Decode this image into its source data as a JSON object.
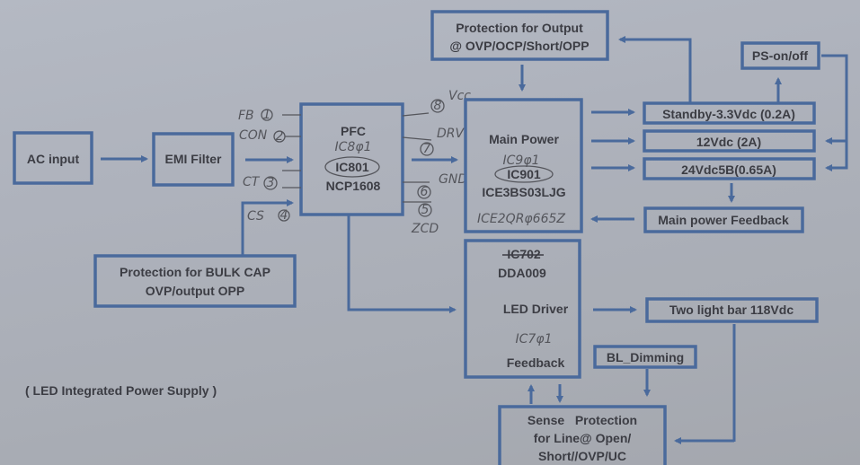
{
  "diagram": {
    "caption": "( LED Integrated Power Supply )",
    "colors": {
      "box_stroke": "#4a6a9c",
      "text": "#3c3d44",
      "handwriting": "#55565c",
      "background": "#aeb2bc"
    },
    "blocks": {
      "ac_input": {
        "label": "AC input"
      },
      "emi_filter": {
        "label": "EMI Filter"
      },
      "pfc": {
        "title": "PFC",
        "ic": "IC801",
        "part": "NCP1608",
        "handwritten_ic": "IC8φ1"
      },
      "bulk_cap_protection": {
        "line1": "Protection for BULK CAP",
        "line2": "OVP/output OPP"
      },
      "output_protection": {
        "line1": "Protection for Output",
        "line2": "@ OVP/OCP/Short/OPP"
      },
      "main_power": {
        "title": "Main Power",
        "ic": "IC901",
        "part": "ICE3BS03LJG",
        "handwritten_ic": "IC9φ1",
        "handwritten_part": "ICE2QRφ665Z"
      },
      "standby": {
        "label": "Standby-3.3Vdc (0.2A)"
      },
      "v12": {
        "label": "12Vdc (2A)"
      },
      "v24": {
        "label": "24Vdc5B(0.65A)"
      },
      "ps_on_off": {
        "label": "PS-on/off"
      },
      "main_feedback": {
        "label": "Main power Feedback"
      },
      "led_driver": {
        "ic_struck": "IC702",
        "part": "DDA009",
        "title": "LED Driver",
        "handwritten_ic": "IC7φ1",
        "feedback": "Feedback"
      },
      "light_bar": {
        "label": "Two light bar 118Vdc"
      },
      "bl_dimming": {
        "label": "BL_Dimming"
      },
      "sense_protection": {
        "line1": "Sense   Protection",
        "line2": "for Line@ Open/",
        "line3": "Short//OVP/UC"
      }
    },
    "pfc_pins": {
      "fb": "FB",
      "fb_num": "1",
      "con": "CON",
      "con_num": "2",
      "ct": "CT",
      "ct_num": "3",
      "cs": "CS",
      "cs_num": "4",
      "zcd_num": "5",
      "zcd": "ZCD",
      "gnd_num": "6",
      "gnd": "GND",
      "drv_num": "7",
      "drv": "DRV",
      "vcc_num": "8",
      "vcc": "Vcc"
    }
  }
}
